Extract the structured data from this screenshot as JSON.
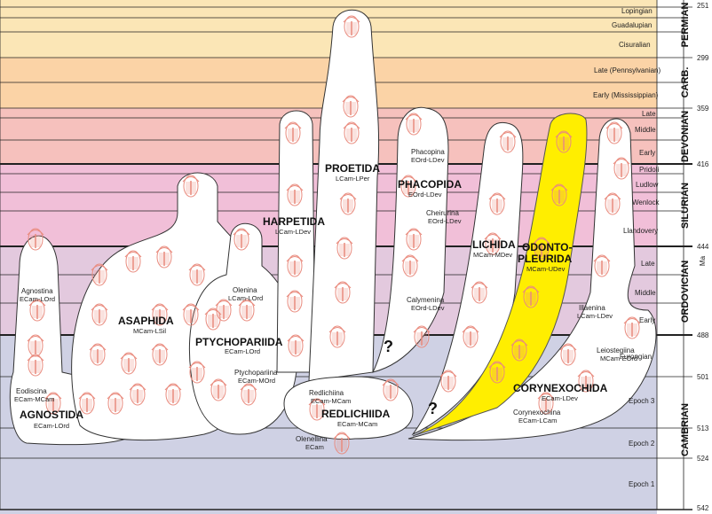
{
  "colors": {
    "permian": "#fbe6b6",
    "carboniferous": "#fbd3a6",
    "devonian": "#f6c1bd",
    "silurian": "#f1bfd8",
    "ordovician": "#e3c9de",
    "cambrian": "#cfd1e4",
    "odontopleurida_fill": "#ffee00",
    "clade_fill": "#ffffff",
    "clade_stroke": "#333333",
    "trilobite": "#e98b7e"
  },
  "timescale": {
    "ma_label": "Ma",
    "ticks": [
      "251",
      "299",
      "359",
      "416",
      "444",
      "488",
      "501",
      "513",
      "524",
      "542"
    ],
    "periods": [
      "PERMIAN",
      "CARB.",
      "DEVONIAN",
      "SILURIAN",
      "ORDOVICIAN",
      "CAMBRIAN"
    ],
    "epochs": [
      "Lopingian",
      "Guadalupian",
      "Cisuralian",
      "Late (Pennsylvanian)",
      "Early (Mississippian)",
      "Late",
      "Middle",
      "Early",
      "Pridoli",
      "Ludlow",
      "Wenlock",
      "Llandovery",
      "Late",
      "Middle",
      "Early",
      "Furongian",
      "Epoch 3",
      "Epoch 2",
      "Epoch 1"
    ]
  },
  "clades": {
    "agnostida": {
      "name": "AGNOSTIDA",
      "range": "ECam-LOrd"
    },
    "agnostina": {
      "name": "Agnostina",
      "range": "ECam-LOrd"
    },
    "eodiscina": {
      "name": "Eodiscina",
      "range": "ECam-MCam"
    },
    "asaphida": {
      "name": "ASAPHIDA",
      "range": "MCam-LSil"
    },
    "ptychopariida": {
      "name": "PTYCHOPARIIDA",
      "range": "ECam-LOrd"
    },
    "olenina": {
      "name": "Olenina",
      "range": "LCam-LOrd"
    },
    "ptychopariina": {
      "name": "Ptychopariina",
      "range": "ECam-MOrd"
    },
    "redlichiida": {
      "name": "REDLICHIIDA",
      "range": "ECam-MCam"
    },
    "redlichiina": {
      "name": "Redlichiina",
      "range": "ECam-MCam"
    },
    "olenellina": {
      "name": "Olenellina",
      "range": "ECam"
    },
    "harpetida": {
      "name": "HARPETIDA",
      "range": "LCam-LDev"
    },
    "proetida": {
      "name": "PROETIDA",
      "range": "LCam-LPer"
    },
    "phacopida": {
      "name": "PHACOPIDA",
      "range": "EOrd-LDev"
    },
    "phacopina": {
      "name": "Phacopina",
      "range": "EOrd-LDev"
    },
    "cheirurina": {
      "name": "Cheirurina",
      "range": "EOrd-LDev"
    },
    "calymenina": {
      "name": "Calymenina",
      "range": "EOrd-LDev"
    },
    "lichida": {
      "name": "LICHIDA",
      "range": "MCam-MDev"
    },
    "odontopleurida": {
      "name_line1": "ODONTO-",
      "name_line2": "PLEURIDA",
      "range": "MCam-UDev"
    },
    "corynexochida": {
      "name": "CORYNEXOCHIDA",
      "range": "ECam-LDev"
    },
    "corynexochina": {
      "name": "Corynexochina",
      "range": "ECam-LCam"
    },
    "illaenina": {
      "name": "Illaenina",
      "range": "LCam-LDev"
    },
    "leiostegiina": {
      "name": "Leiostegiina",
      "range": "MCam-EOrd"
    }
  },
  "question_marks": [
    "?",
    "?"
  ]
}
